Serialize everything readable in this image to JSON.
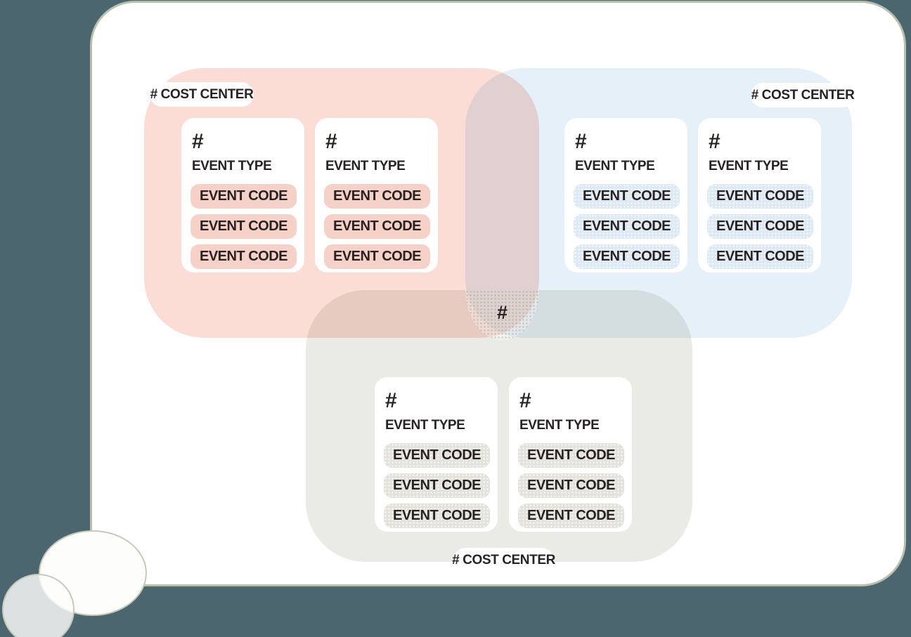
{
  "colors": {
    "page_background": "#4c6670",
    "panel_fill": "#ffffff",
    "panel_border": "#b9c0ac",
    "pink_region": "#fbddd6",
    "pink_pill": "#f6d1c8",
    "blue_region": "#e6f0f9",
    "blue_pill": "#dde9f3",
    "gray_region": "#ebebe5",
    "gray_pill": "#e3e3dc",
    "text_dark": "#282222"
  },
  "overlap": {
    "hash_symbol": "#"
  },
  "regions": [
    {
      "id": "pink",
      "label": "# COST CENTER",
      "cards": [
        {
          "hash": "#",
          "title": "EVENT TYPE",
          "codes": [
            "EVENT CODE",
            "EVENT CODE",
            "EVENT CODE"
          ]
        },
        {
          "hash": "#",
          "title": "EVENT TYPE",
          "codes": [
            "EVENT CODE",
            "EVENT CODE",
            "EVENT CODE"
          ]
        }
      ]
    },
    {
      "id": "blue",
      "label": "# COST CENTER",
      "cards": [
        {
          "hash": "#",
          "title": "EVENT TYPE",
          "codes": [
            "EVENT CODE",
            "EVENT CODE",
            "EVENT CODE"
          ]
        },
        {
          "hash": "#",
          "title": "EVENT TYPE",
          "codes": [
            "EVENT CODE",
            "EVENT CODE",
            "EVENT CODE"
          ]
        }
      ]
    },
    {
      "id": "gray",
      "label": "# COST CENTER",
      "cards": [
        {
          "hash": "#",
          "title": "EVENT TYPE",
          "codes": [
            "EVENT CODE",
            "EVENT CODE",
            "EVENT CODE"
          ]
        },
        {
          "hash": "#",
          "title": "EVENT TYPE",
          "codes": [
            "EVENT CODE",
            "EVENT CODE",
            "EVENT CODE"
          ]
        }
      ]
    }
  ]
}
